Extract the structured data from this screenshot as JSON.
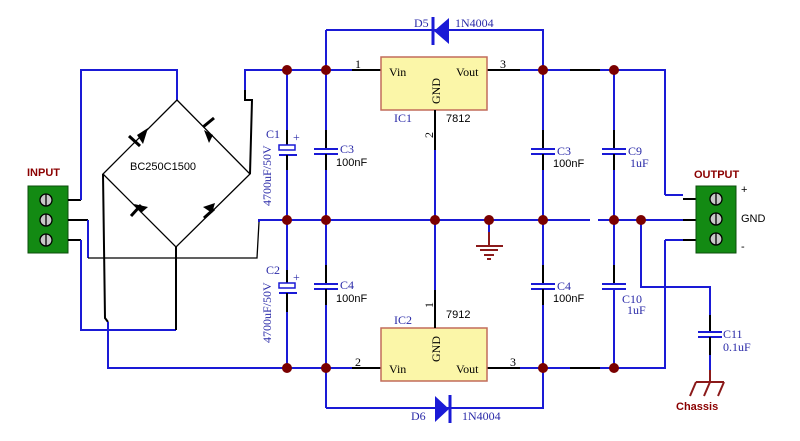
{
  "schematic": {
    "title": "Dual polarity ±12V power supply",
    "input_connector": {
      "label": "INPUT"
    },
    "output_connector": {
      "label": "OUTPUT",
      "pins": [
        "+",
        "GND",
        "-"
      ]
    },
    "bridge_rectifier": {
      "part": "BC250C1500"
    },
    "capacitors": [
      {
        "ref": "C1",
        "value": "4700uF/50V",
        "polarized": true
      },
      {
        "ref": "C2",
        "value": "4700uF/50V",
        "polarized": true
      },
      {
        "ref": "C3",
        "value": "100nF"
      },
      {
        "ref": "C4",
        "value": "100nF"
      },
      {
        "ref": "C3",
        "value": "100nF"
      },
      {
        "ref": "C4",
        "value": "100nF"
      },
      {
        "ref": "C9",
        "value": "1uF"
      },
      {
        "ref": "C10",
        "value": "1uF"
      },
      {
        "ref": "C11",
        "value": "0.1uF"
      }
    ],
    "regulators": [
      {
        "ref": "IC1",
        "part": "7812",
        "pin_in": "Vin",
        "pin_out": "Vout",
        "pin_gnd": "GND",
        "pin_numbers": [
          "1",
          "2",
          "3"
        ]
      },
      {
        "ref": "IC2",
        "part": "7912",
        "pin_in": "Vin",
        "pin_out": "Vout",
        "pin_gnd": "GND",
        "pin_numbers": [
          "2",
          "1",
          "3"
        ]
      }
    ],
    "diodes": [
      {
        "ref": "D5",
        "part": "1N4004"
      },
      {
        "ref": "D6",
        "part": "1N4004"
      }
    ],
    "chassis": {
      "label": "Chassis"
    },
    "colors": {
      "wire": "#1a1ad6",
      "junction": "#7a0000",
      "connector": "#138a13",
      "ic_fill": "#fbf6a8",
      "label_red": "#8b0000"
    }
  }
}
